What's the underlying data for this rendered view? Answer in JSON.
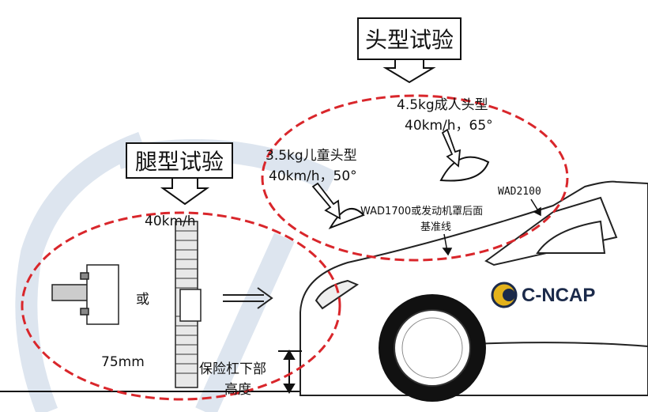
{
  "callouts": {
    "head_test": "头型试验",
    "leg_test": "腿型试验"
  },
  "leg": {
    "speed": "40km/h",
    "or_text": "或",
    "height_value": "75mm",
    "bumper_label_1": "保险杠下部",
    "bumper_label_2": "高度"
  },
  "head": {
    "adult_line1": "4.5kg成人头型",
    "adult_line2": "40km/h，65°",
    "child_line1": "3.5kg儿童头型",
    "child_line2": "40km/h，50°",
    "wad2100": "WAD2100",
    "wad1700_line1": "WAD1700或发动机罩后面",
    "wad1700_line2": "基准线"
  },
  "logo": {
    "text": "C-NCAP"
  },
  "colors": {
    "ellipse": "#d9262b",
    "outline": "#111111",
    "watermark": "#dfe6f0"
  }
}
